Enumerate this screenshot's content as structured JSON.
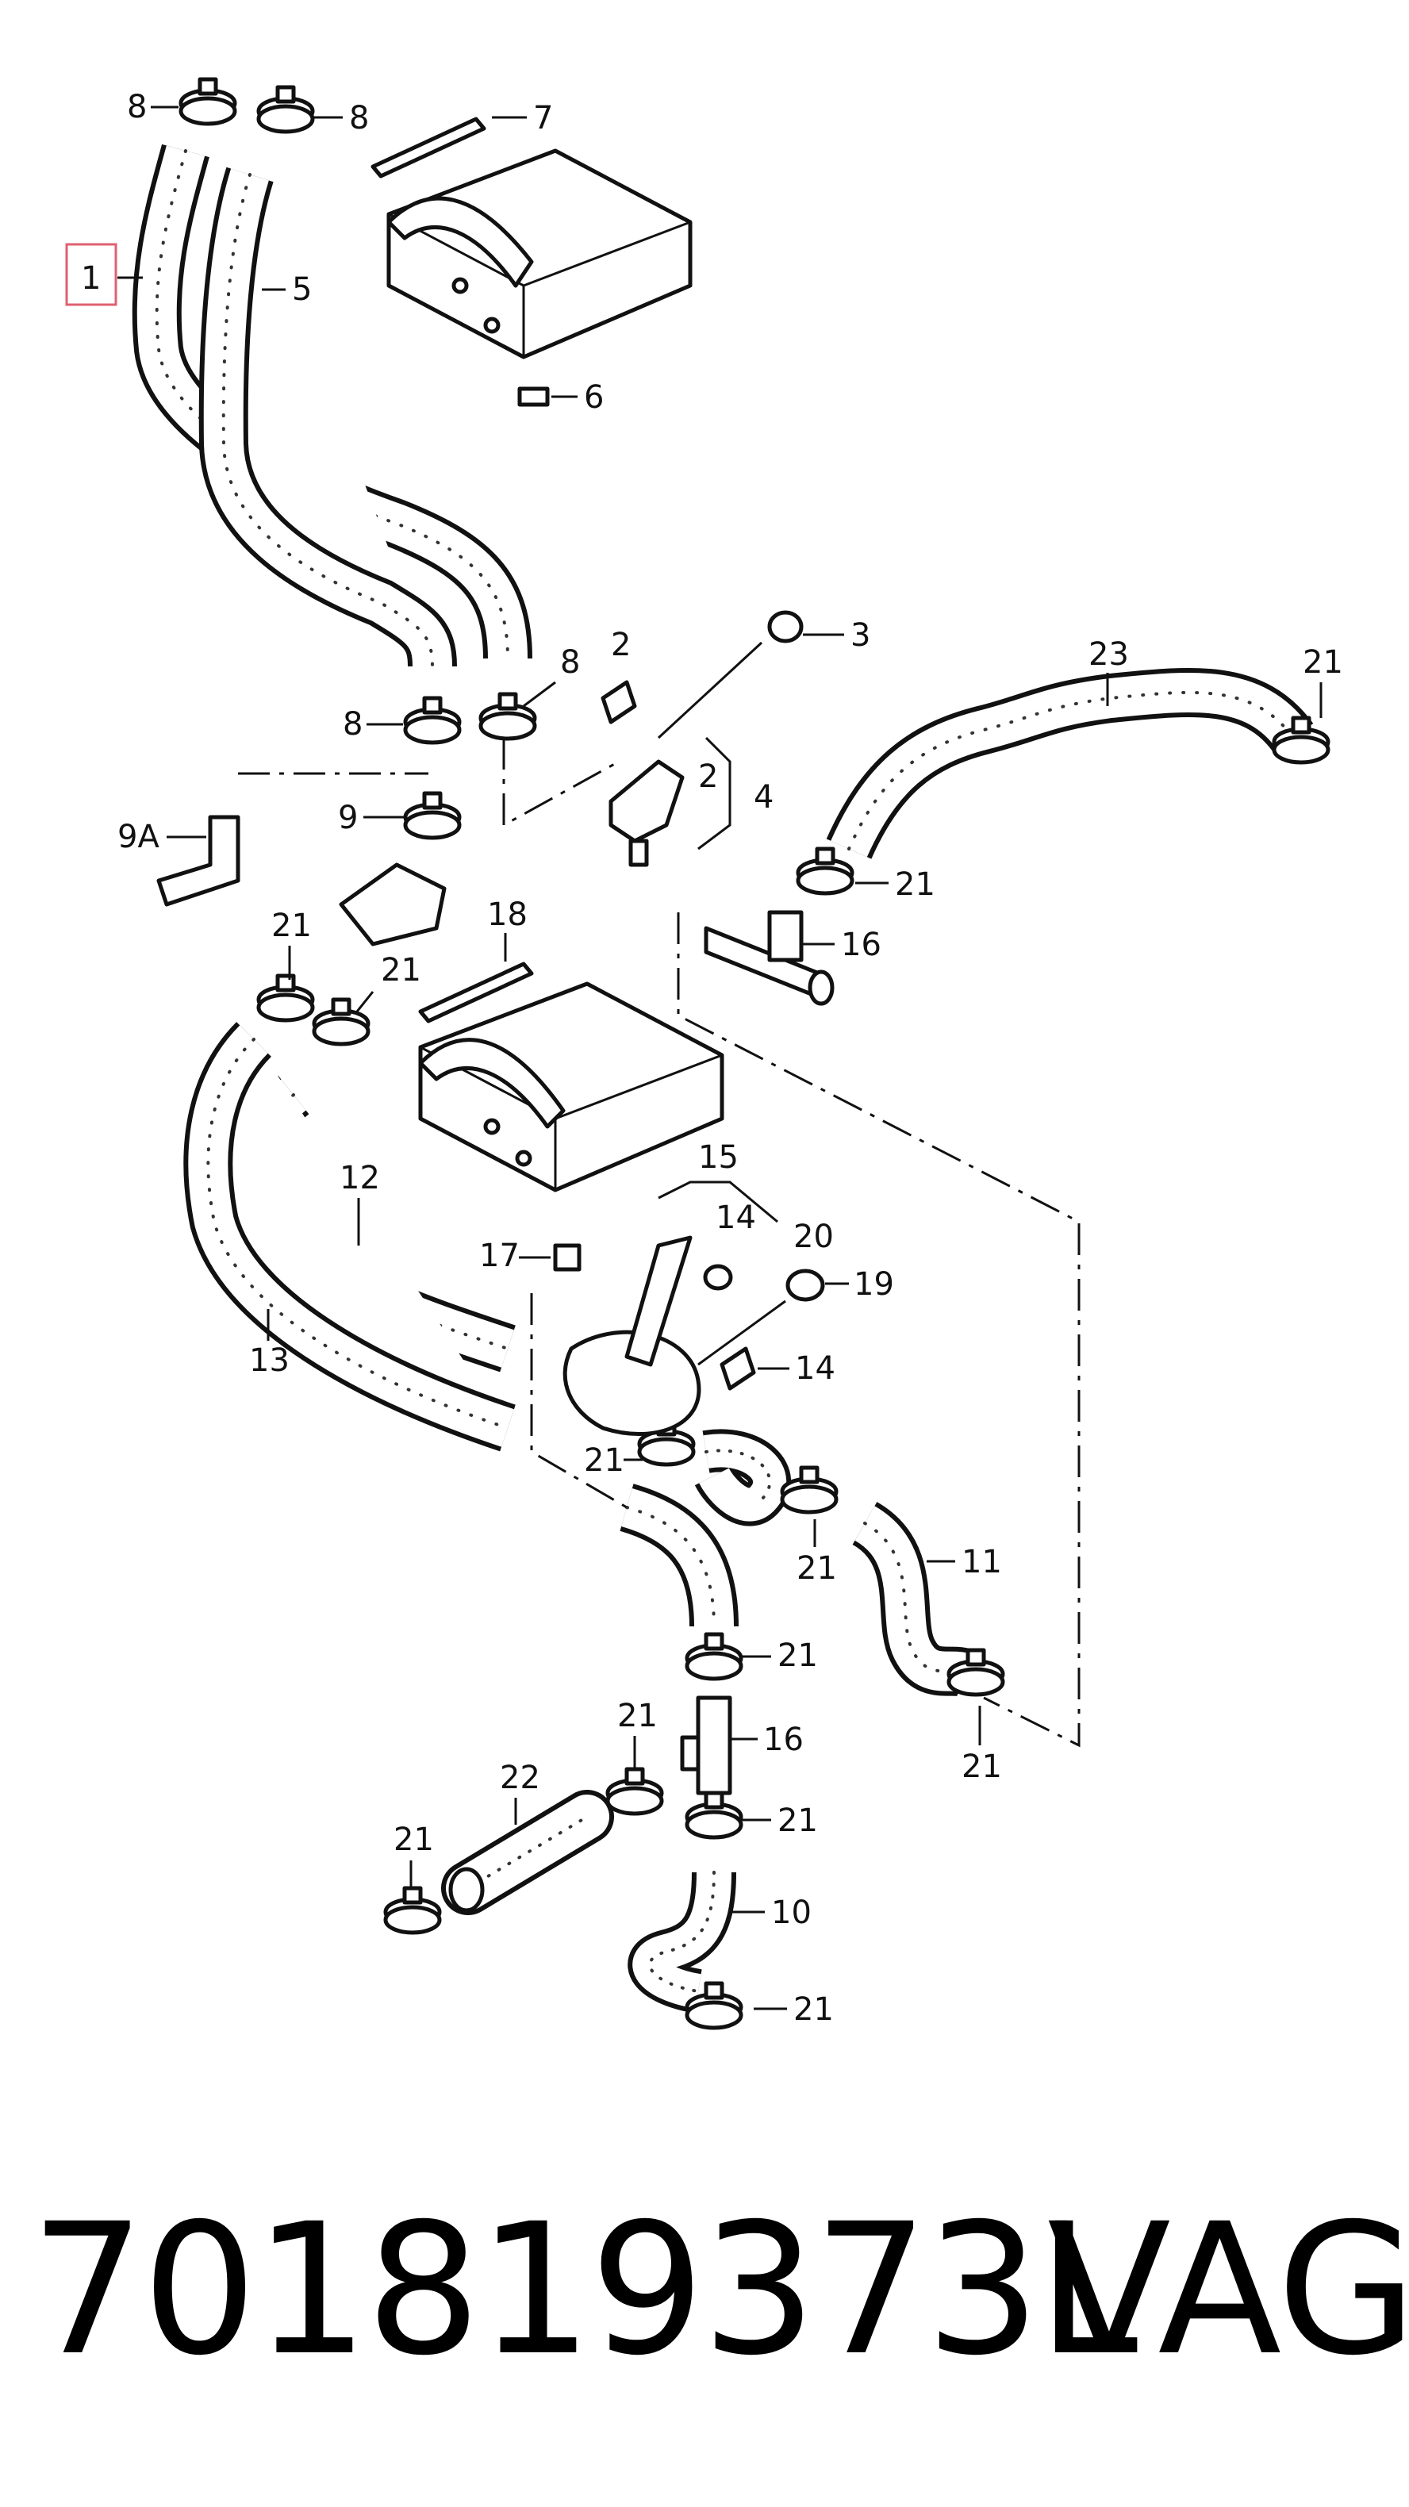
{
  "diagram": {
    "callouts": {
      "c1": "1",
      "c2a": "2",
      "c2b": "2",
      "c3": "3",
      "c4": "4",
      "c5": "5",
      "c6": "6",
      "c7": "7",
      "c8a": "8",
      "c8b": "8",
      "c8c": "8",
      "c8d": "8",
      "c9": "9",
      "c9A": "9A",
      "c10": "10",
      "c11": "11",
      "c12": "12",
      "c13": "13",
      "c14a": "14",
      "c14b": "14",
      "c15": "15",
      "c16a": "16",
      "c16b": "16",
      "c17": "17",
      "c18": "18",
      "c19": "19",
      "c20": "20",
      "c21a": "21",
      "c21b": "21",
      "c21c": "21",
      "c21d": "21",
      "c21e": "21",
      "c21f": "21",
      "c21g": "21",
      "c21h": "21",
      "c21i": "21",
      "c21j": "21",
      "c21k": "21",
      "c21l": "21",
      "c22": "22",
      "c23": "23"
    },
    "highlight_color": "#e06070"
  },
  "footer": {
    "part_number": "701819373L",
    "brand": "VAG"
  }
}
